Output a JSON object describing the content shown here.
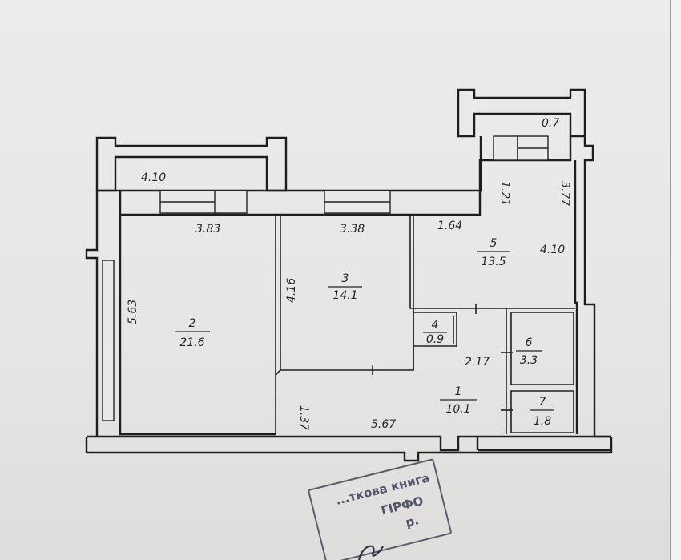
{
  "rooms": [
    {
      "number": "1",
      "area": "10.1"
    },
    {
      "number": "2",
      "area": "21.6"
    },
    {
      "number": "3",
      "area": "14.1"
    },
    {
      "number": "4",
      "area": "0.9"
    },
    {
      "number": "5",
      "area": "13.5"
    },
    {
      "number": "6",
      "area": "3.3"
    },
    {
      "number": "7",
      "area": "1.8"
    }
  ],
  "dimensions": {
    "balcony_left": "4.10",
    "balcony_right": "0.7",
    "room2_width": "3.83",
    "room3_width": "3.38",
    "room5_width": "1.64",
    "room2_height": "5.63",
    "room3_height": "4.16",
    "hall_width": "5.67",
    "hall_depth": "1.37",
    "room5_top": "1.21",
    "room5_right": "3.77",
    "room5_height": "4.10",
    "hall_right": "2.17"
  },
  "stamp": {
    "line1": "...ткова книга",
    "line2": "ГІРФО",
    "line3": "р."
  }
}
